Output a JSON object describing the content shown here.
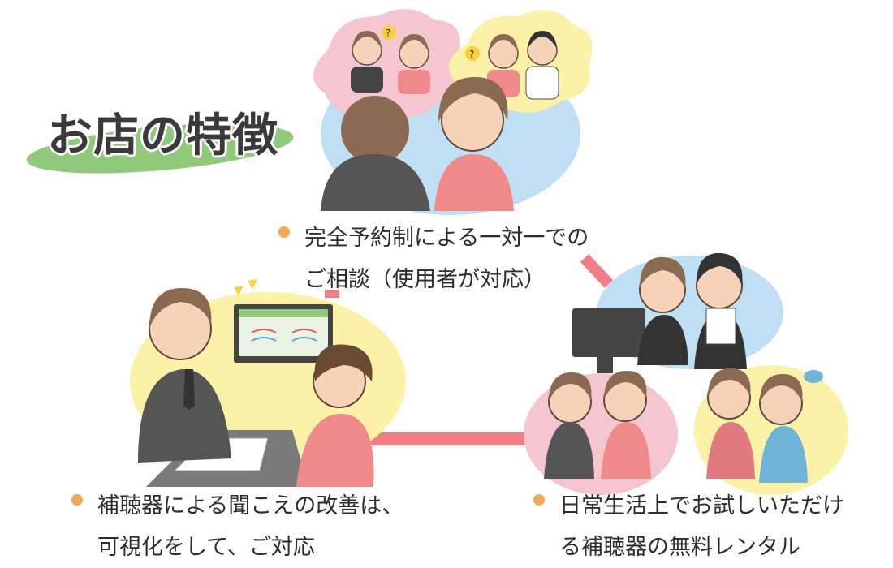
{
  "title": "お店の特徴",
  "colors": {
    "accent_green": "#8fc97a",
    "bullet_orange": "#f3a852",
    "connector_pink": "#f47c82",
    "bubble_blue": "#bfe0f4",
    "bubble_pink": "#f5c6cf",
    "bubble_yellow": "#fbf2a8"
  },
  "features": [
    {
      "line1": "完全予約制による一対一での",
      "line2": "ご相談（使用者が対応）"
    },
    {
      "line1": "補聴器による聞こえの改善は、",
      "line2": "可視化をして、ご対応"
    },
    {
      "line1": "日常生活上でお試しいただけ",
      "line2": "る補聴器の無料レンタル"
    }
  ],
  "illustrations": [
    "consultation-illustration",
    "hearing-test-illustration",
    "trial-rental-illustration"
  ]
}
